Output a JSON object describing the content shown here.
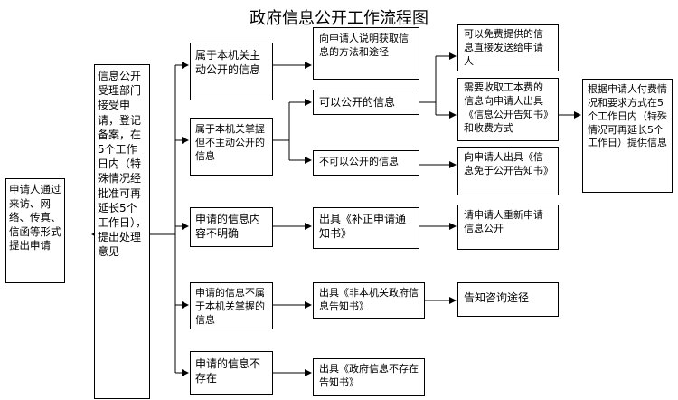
{
  "title": "政府信息公开工作流程图",
  "nodes": {
    "applicant": "申请人通过来访、网络、传真、信函等形式提出申请",
    "accept": "信息公开受理部门接受申请，登记备案，在5个工作日内（特殊情况经批准可再延长5个工作日），提出处理意见",
    "cat_active": "属于本机关主动公开的信息",
    "cat_held": "属于本机关掌握但不主动公开的信息",
    "cat_unclear": "申请的信息内容不明确",
    "cat_not_held": "申请的信息不属于本机关掌握的信息",
    "cat_nonexist": "申请的信息不存在",
    "explain_method": "向申请人说明获取信息的方法和途径",
    "can_disclose": "可以公开的信息",
    "cannot_disclose": "不可以公开的信息",
    "supplement": "出具《补正申请通知书》",
    "non_agency": "出具《非本机关政府信息告知书》",
    "not_exist": "出具《政府信息不存在告知书》",
    "free_send": "可以免费提供的信息直接发送给申请人",
    "fee_notice": "需要收取工本费的信息向申请人出具《信息公开告知书》和收费方式",
    "exempt_notice": "向申请人出具《信息免于公开告知书》",
    "resubmit": "请申请人重新申请信息公开",
    "consult": "告知咨询途径",
    "provide": "根据申请人付费情况和要求方式在5个工作日内（特殊情况可再延长5个工作日）提供信息"
  }
}
